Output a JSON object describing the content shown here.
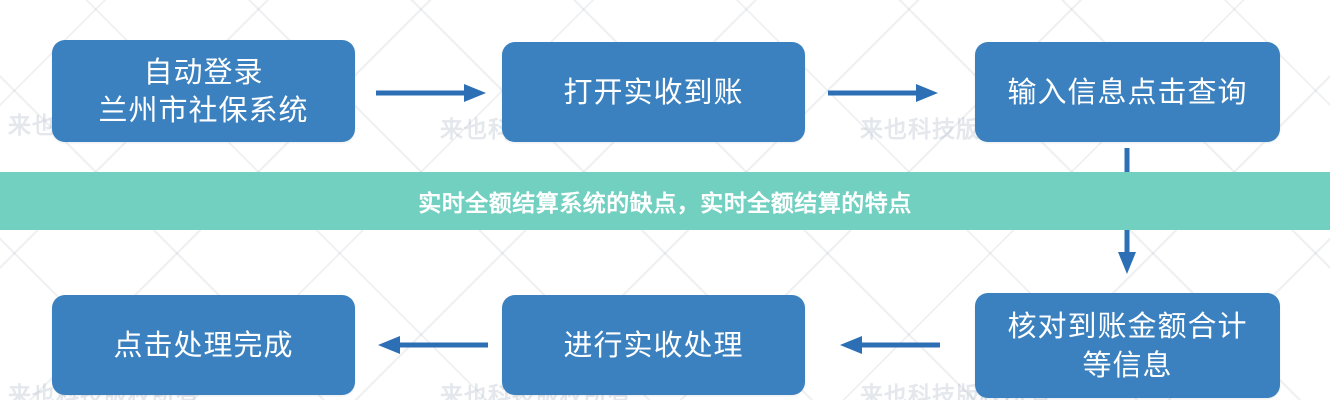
{
  "diagram": {
    "title_banner": {
      "text": "实时全额结算系统的缺点，实时全额结算的特点",
      "background_color": "#72d0c1",
      "text_color": "#ffffff"
    },
    "node_color": "#3b81bf",
    "connector_color": "#2c6fb5",
    "watermark": {
      "text": "来也科技版权所有",
      "color": "#788ca5"
    },
    "nodes": [
      {
        "id": "n1",
        "lines": [
          "自动登录",
          "兰州市社保系统"
        ]
      },
      {
        "id": "n2",
        "lines": [
          "打开实收到账"
        ]
      },
      {
        "id": "n3",
        "lines": [
          "输入信息点击查询"
        ]
      },
      {
        "id": "n4",
        "lines": [
          "核对到账金额合计",
          "等信息"
        ]
      },
      {
        "id": "n5",
        "lines": [
          "进行实收处理"
        ]
      },
      {
        "id": "n6",
        "lines": [
          "点击处理完成"
        ]
      }
    ],
    "connectors": [
      {
        "id": "c1",
        "from": "n1",
        "to": "n2",
        "direction": "right"
      },
      {
        "id": "c2",
        "from": "n2",
        "to": "n3",
        "direction": "right"
      },
      {
        "id": "c3",
        "from": "n3",
        "to": "n4",
        "direction": "down"
      },
      {
        "id": "c4",
        "from": "n4",
        "to": "n5",
        "direction": "left"
      },
      {
        "id": "c5",
        "from": "n5",
        "to": "n6",
        "direction": "left"
      }
    ]
  }
}
